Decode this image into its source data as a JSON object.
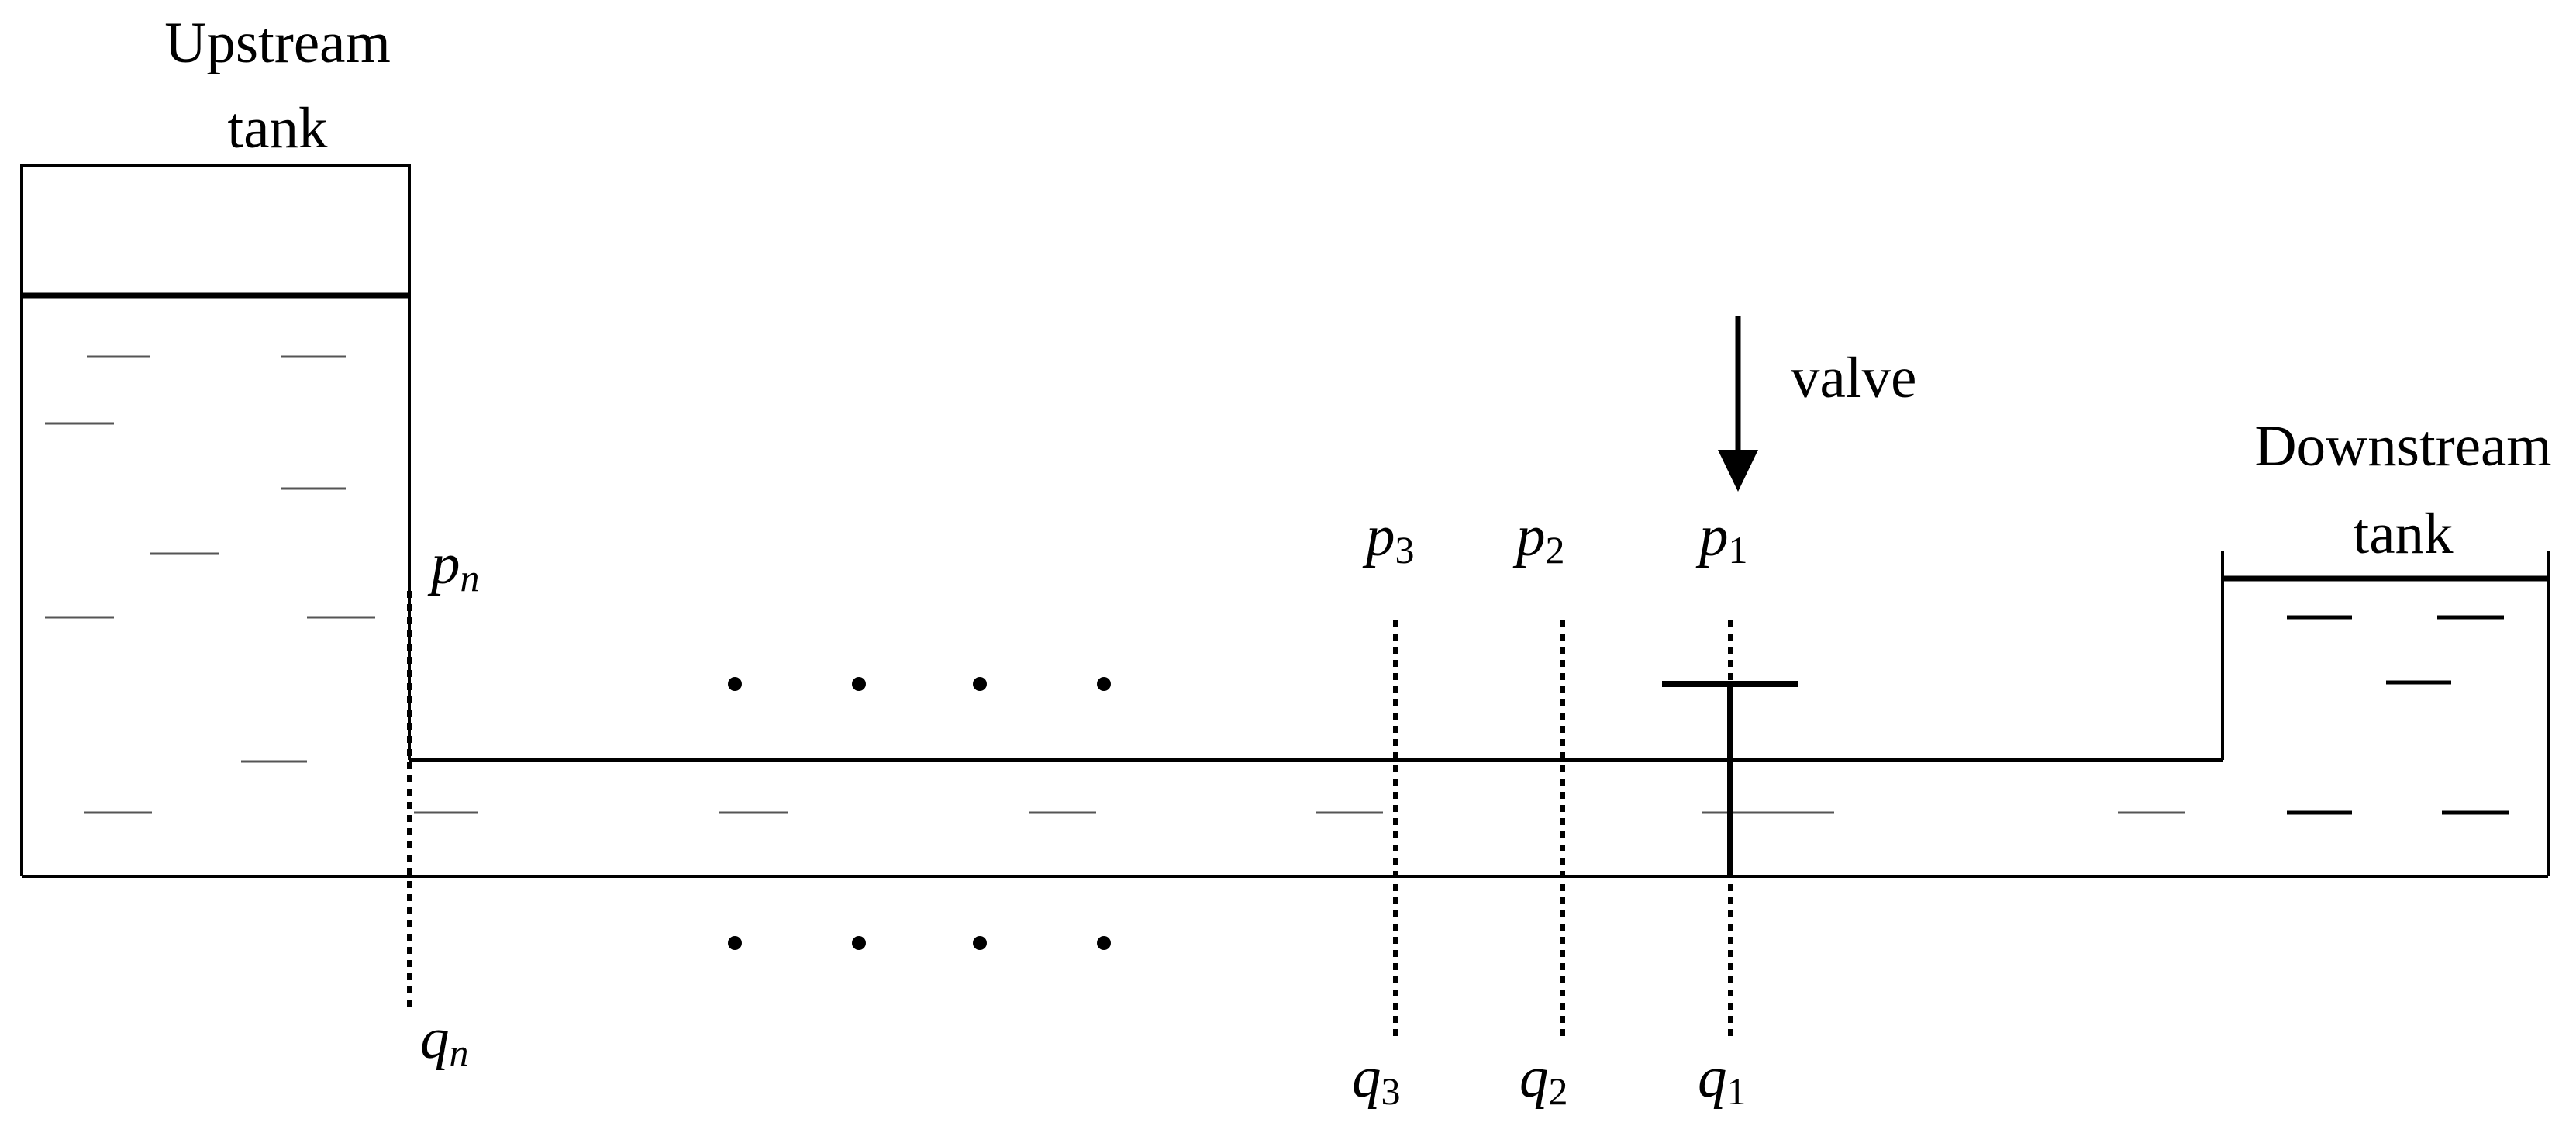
{
  "labels": {
    "upstream_tank": [
      "Upstream",
      "tank"
    ],
    "downstream_tank": [
      "Downstream",
      "tank"
    ],
    "valve": "valve"
  },
  "pressure_labels": [
    {
      "var": "p",
      "sub": "n"
    },
    {
      "var": "p",
      "sub": "3"
    },
    {
      "var": "p",
      "sub": "2"
    },
    {
      "var": "p",
      "sub": "1"
    }
  ],
  "flow_labels": [
    {
      "var": "q",
      "sub": "n"
    },
    {
      "var": "q",
      "sub": "3"
    },
    {
      "var": "q",
      "sub": "2"
    },
    {
      "var": "q",
      "sub": "1"
    }
  ],
  "colors": {
    "line": "#000000",
    "water_dash": "#555555",
    "background": "#ffffff"
  }
}
